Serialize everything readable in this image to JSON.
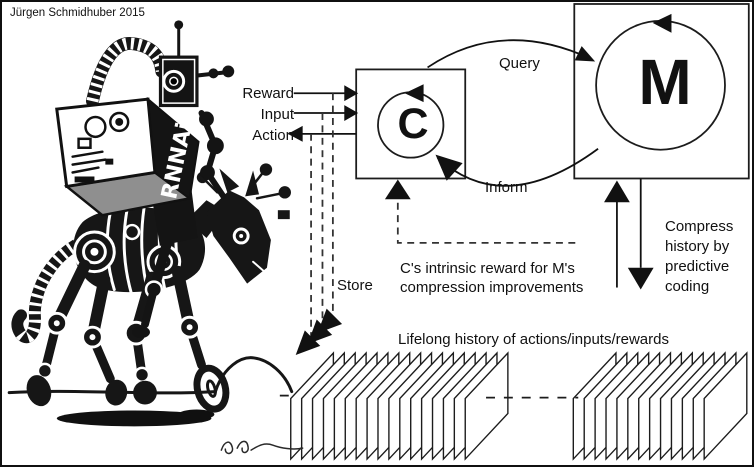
{
  "title": "Jürgen Schmidhuber 2015",
  "diagram": {
    "controller_letter": "C",
    "model_letter": "M",
    "io": {
      "reward": "Reward",
      "input": "Input",
      "action": "Action"
    },
    "query_label": "Query",
    "inform_label": "Inform",
    "store_label": "Store",
    "compress_note": "Compress\nhistory by\npredictive\ncoding",
    "intrinsic_note": "C's intrinsic reward for M's\ncompression improvements",
    "history_caption": "Lifelong history of actions/inputs/rewards"
  },
  "robot": {
    "cube_label": "RNNAi"
  },
  "history": {
    "left_stack_pages": 17,
    "right_stack_pages": 13
  }
}
